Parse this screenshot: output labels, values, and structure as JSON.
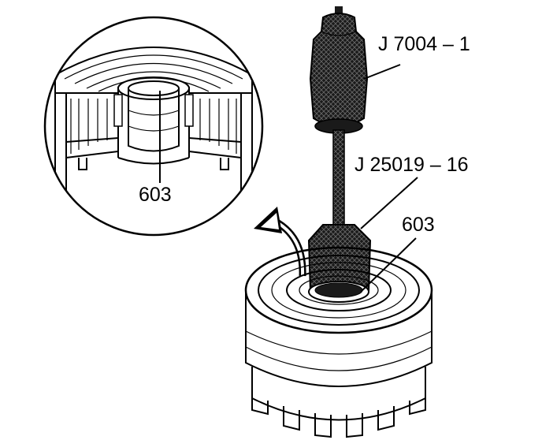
{
  "labels": {
    "slide_hammer": "J 7004 – 1",
    "remover": "J 25019 – 16",
    "part_main": "603",
    "part_detail": "603"
  },
  "colors": {
    "ink": "#000000",
    "background": "#ffffff",
    "tool_fill": "#2a2a2a",
    "shade": "#d9d9d9"
  }
}
